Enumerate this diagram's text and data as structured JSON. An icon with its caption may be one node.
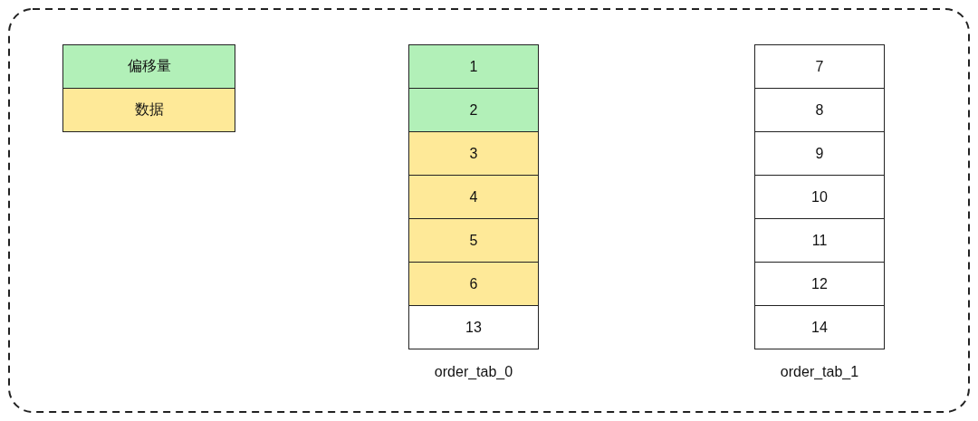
{
  "diagram": {
    "nodes": [
      {
        "text": [
          "1"
        ]
      },
      {
        "text": [
          "2"
        ]
      },
      {
        "text": [
          "3"
        ]
      },
      {
        "text": [
          "4"
        ]
      },
      {
        "text": [
          "5"
        ]
      },
      {
        "text": [
          "6"
        ]
      },
      {
        "text": [
          "13"
        ]
      },
      {
        "text": [
          "7"
        ]
      },
      {
        "text": [
          "8"
        ]
      },
      {
        "text": [
          "9"
        ]
      },
      {
        "text": [
          "10"
        ]
      },
      {
        "text": [
          "11"
        ]
      },
      {
        "text": [
          "12"
        ]
      },
      {
        "text": [
          "14"
        ]
      }
    ],
    "labels": [
      "order_tab_0",
      "order_tab_1"
    ],
    "legend": [
      {
        "text": "偏移量",
        "color": "#b2f0b8"
      },
      {
        "text": "数据",
        "color": "#fee998"
      }
    ]
  }
}
